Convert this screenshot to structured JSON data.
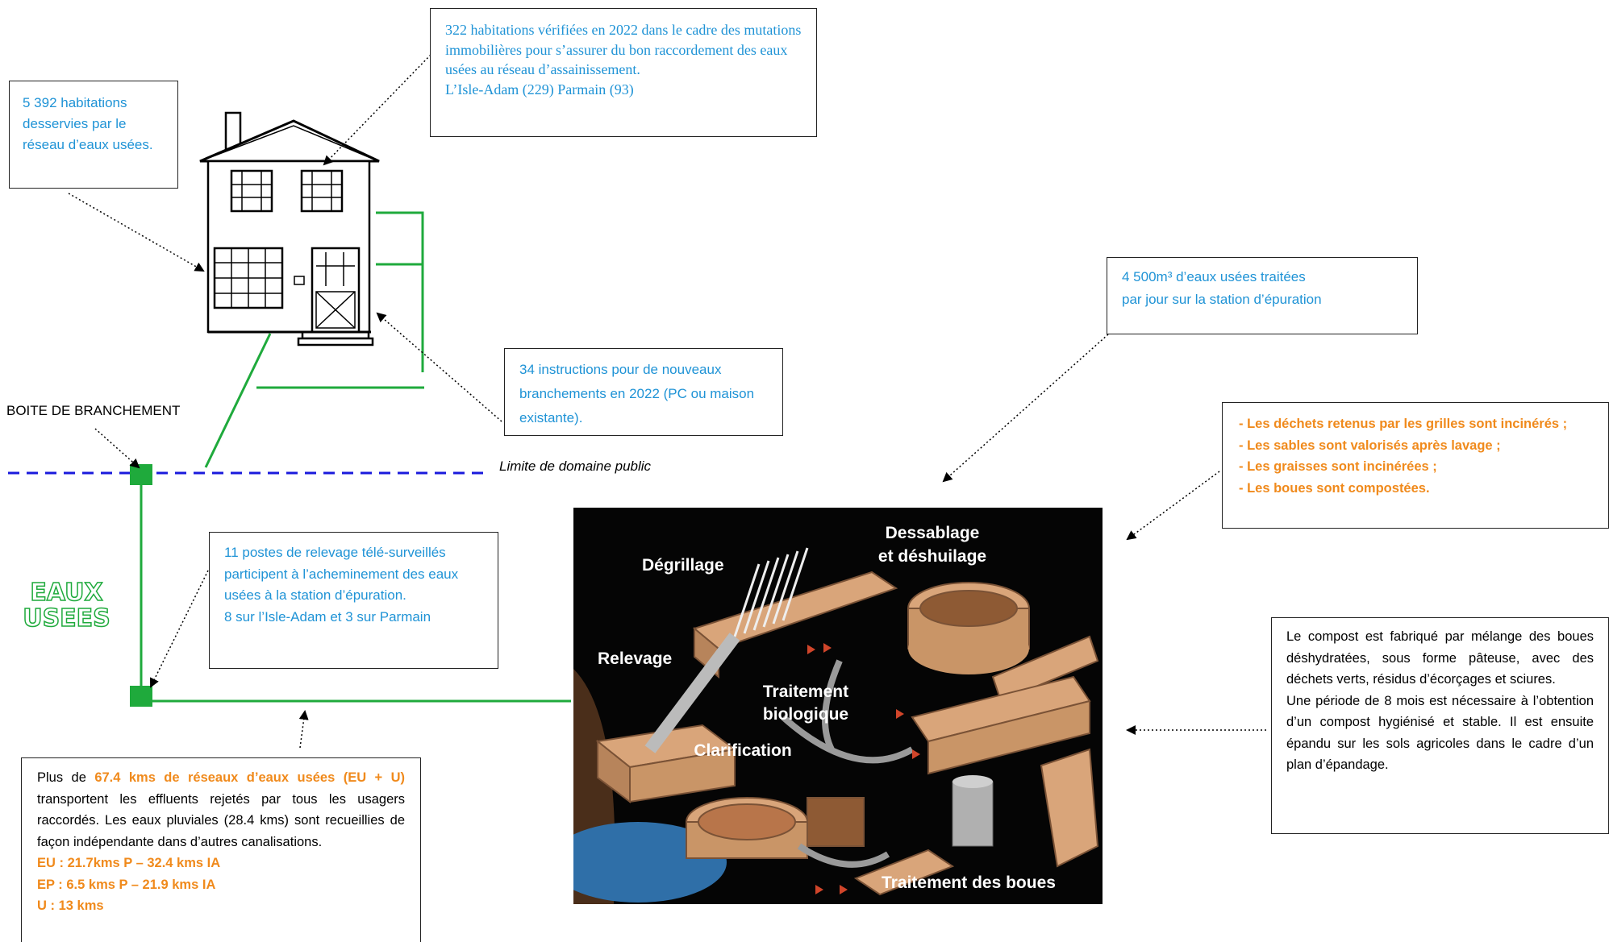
{
  "boxes": {
    "habitations": "5 392 habitations desservies par le réseau d’eaux usées.",
    "verified": [
      "322 habitations vérifiées en 2022 dans le cadre des mutations immobilières pour s’assurer du bon raccordement des eaux usées au réseau d’assainissement.",
      "L’Isle-Adam (229) Parmain (93)"
    ],
    "instructions": "34 instructions pour de nouveaux branchements en 2022 (PC ou maison existante).",
    "station": [
      "4 500m³ d’eaux usées traitées",
      "par jour sur la station d’épuration"
    ],
    "waste": [
      "- Les déchets retenus par les grilles sont incinérés ;",
      "- Les sables sont valorisés après lavage ;",
      "- Les graisses sont incinérées ;",
      "- Les boues sont compostées."
    ],
    "postes": [
      "11 postes de relevage télé-surveillés participent à l’acheminement des eaux usées à la station d’épuration.",
      "8 sur l’Isle-Adam et 3 sur Parmain"
    ],
    "compost": [
      "Le compost est fabriqué par mélange des boues déshydratées, sous forme pâteuse, avec des déchets verts, résidus d’écorçages et sciures.",
      "Une période de 8 mois est nécessaire à l’obtention d’un compost hygiénisé et stable. Il est ensuite épandu sur les sols agricoles dans le cadre d’un plan d’épandage."
    ],
    "network": {
      "prefix": "Plus de ",
      "highlight": "67.4 kms de réseaux d’eaux usées (EU + U)",
      "rest": " transportent les effluents rejetés par tous les usagers raccordés. Les eaux pluviales (28.4 kms) sont recueillies de façon indépendante dans d’autres canalisations.",
      "lines": [
        "EU : 21.7kms P – 32.4 kms IA",
        "EP : 6.5 kms P – 21.9 kms IA",
        "U : 13 kms"
      ]
    }
  },
  "labels": {
    "boite": "BOITE DE BRANCHEMENT",
    "limite": "Limite de domaine public",
    "eaux": "EAUX",
    "usees": "USEES"
  },
  "plant": {
    "degrillage": "Dégrillage",
    "dessablage1": "Dessablage",
    "dessablage2": "et déshuilage",
    "relevage": "Relevage",
    "traitement_bio1": "Traitement",
    "traitement_bio2": "biologique",
    "clarification": "Clarification",
    "traitement_boues": "Traitement des boues"
  },
  "colors": {
    "blue_text": "#1f93d6",
    "orange_text": "#f08a1c",
    "pipe_green": "#1faa3c",
    "limit_blue": "#1a1adc"
  }
}
